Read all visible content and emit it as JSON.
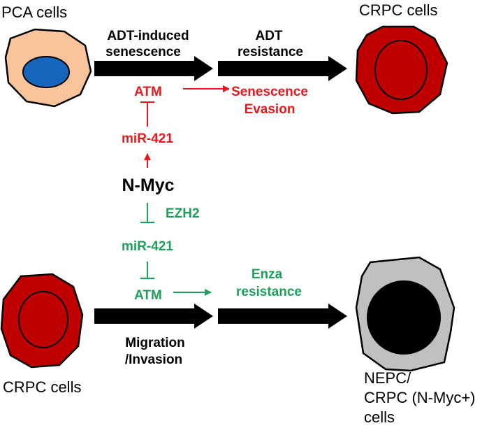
{
  "colors": {
    "red": "#e8191c",
    "green": "#1ea05a",
    "pca_cytoplasm": "#f9c49b",
    "pca_nucleus": "#1566bc",
    "crpc_cell": "#c00000",
    "nepc_cytoplasm": "#c0c0c0",
    "nepc_nucleus": "#000000"
  },
  "cells": {
    "pca": "PCA cells",
    "crpc_top": "CRPC cells",
    "crpc_bottom": "CRPC cells",
    "nepc_line1": "NEPC/",
    "nepc_line2": "CRPC (N-Myc+)",
    "nepc_line3": "cells"
  },
  "top_arrows": {
    "left_line1": "ADT-induced",
    "left_line2": "senescence",
    "right_line1": "ADT",
    "right_line2": "resistance"
  },
  "red_path": {
    "atm": "ATM",
    "outcome_line1": "Senescence",
    "outcome_line2": "Evasion",
    "mir": "miR-421"
  },
  "center": {
    "nmyc": "N-Myc"
  },
  "green_path": {
    "ezh2": "EZH2",
    "mir": "miR-421",
    "atm": "ATM",
    "outcome_line1": "Enza",
    "outcome_line2": "resistance"
  },
  "bottom_arrows": {
    "left_line1": "Migration",
    "left_line2": "/Invasion"
  }
}
